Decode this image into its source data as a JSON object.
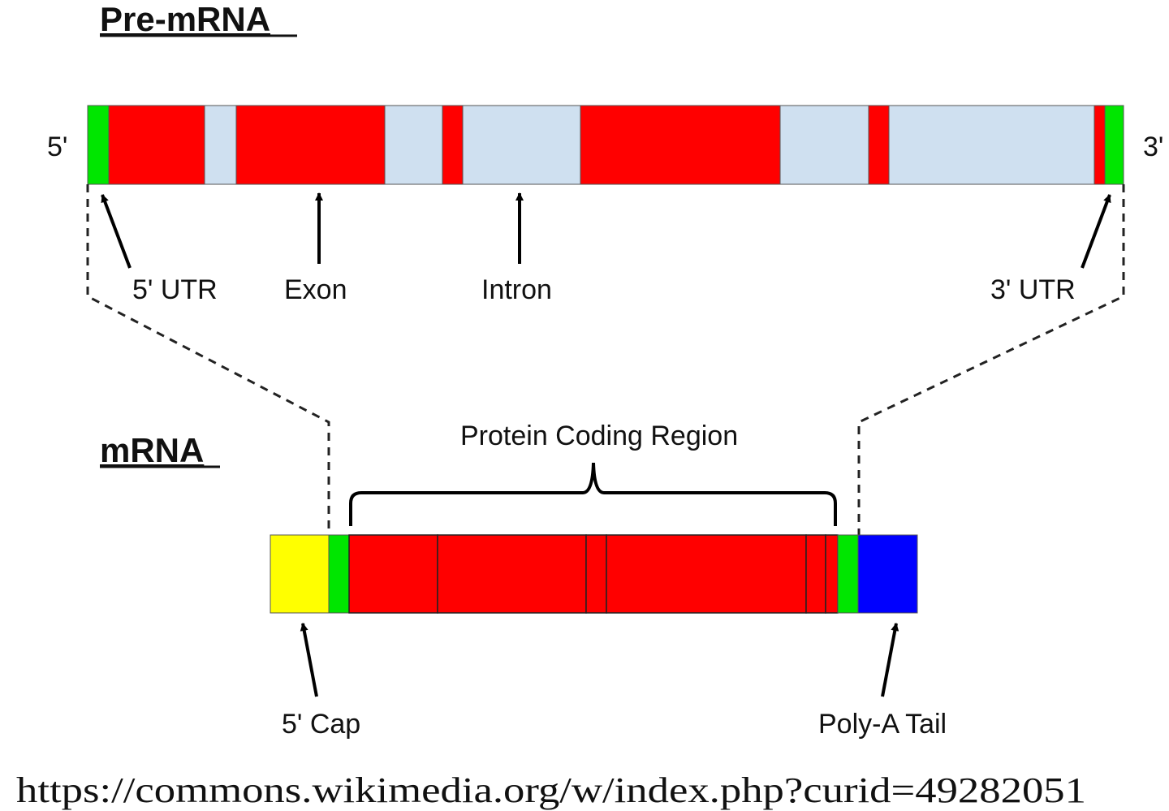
{
  "titles": {
    "pre_mrna": "Pre-mRNA",
    "mrna": "mRNA"
  },
  "ends": {
    "five_prime": "5'",
    "three_prime": "3'"
  },
  "labels": {
    "five_utr": "5' UTR",
    "exon": "Exon",
    "intron": "Intron",
    "three_utr": "3' UTR",
    "protein_coding_region": "Protein Coding Region",
    "five_cap": "5' Cap",
    "poly_a_tail": "Poly-A Tail"
  },
  "source_url": "https://commons.wikimedia.org/w/index.php?curid=49282051",
  "colors": {
    "utr": "#00e600",
    "exon": "#ff0000",
    "intron": "#cfe0f0",
    "cap": "#ffff00",
    "poly_a": "#0000ff"
  }
}
